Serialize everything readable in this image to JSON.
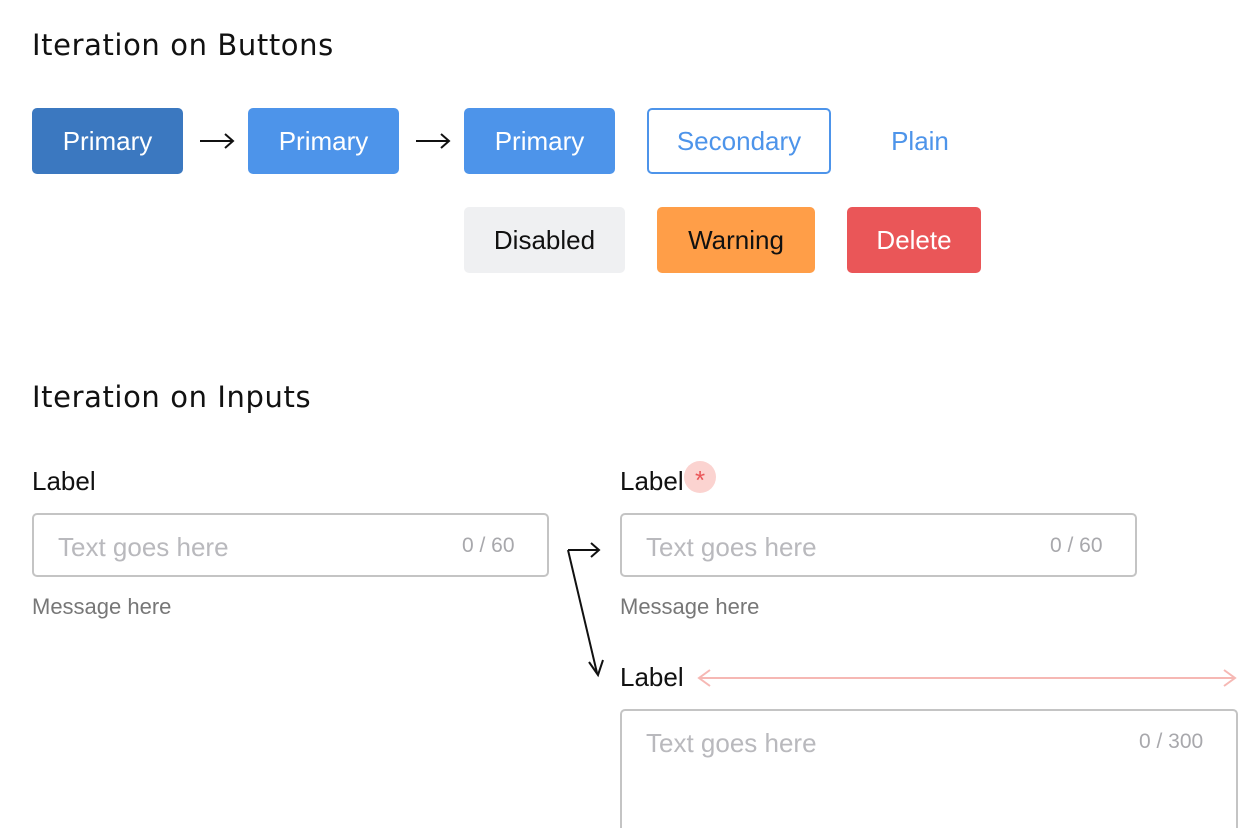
{
  "buttons_section": {
    "title": "Iteration on Buttons",
    "primary_dark_label": "Primary",
    "primary_mid_label": "Primary",
    "primary_light_label": "Primary",
    "secondary_label": "Secondary",
    "plain_label": "Plain",
    "disabled_label": "Disabled",
    "warning_label": "Warning",
    "delete_label": "Delete"
  },
  "inputs_section": {
    "title": "Iteration on Inputs",
    "field_1": {
      "label": "Label",
      "placeholder": "Text goes here",
      "counter": "0 / 60",
      "message": "Message here"
    },
    "field_2": {
      "label": "Label",
      "required_mark": "*",
      "placeholder": "Text goes here",
      "counter": "0 / 60",
      "message": "Message here"
    },
    "field_3": {
      "label": "Label",
      "placeholder": "Text goes here",
      "counter": "0 / 300"
    }
  },
  "icons": {
    "arrow": "arrow-right-icon",
    "branch_arrow": "branch-arrow-icon",
    "width_indicator": "double-arrow-icon",
    "required": "asterisk-icon"
  },
  "colors": {
    "primary_dark": "#3b78c0",
    "primary": "#4d94ea",
    "disabled_bg": "#eff0f2",
    "warning": "#ff9e48",
    "delete": "#ea5658",
    "required_highlight": "#fbd3d0",
    "width_indicator": "#f6b8b4"
  }
}
